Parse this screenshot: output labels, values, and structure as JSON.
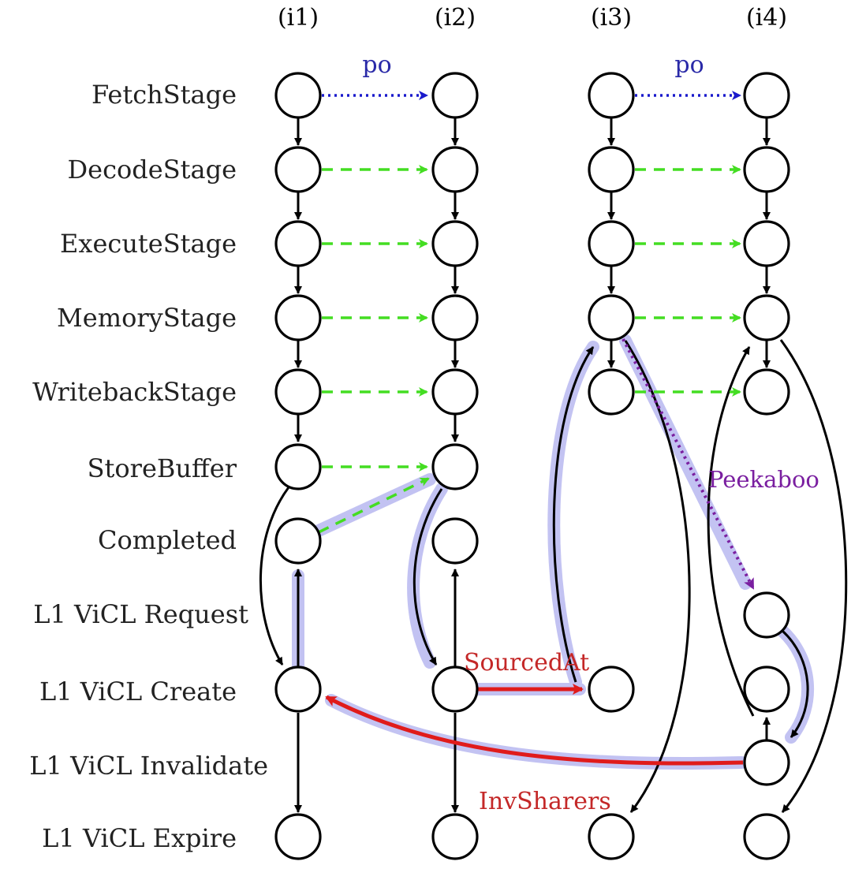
{
  "columns": [
    "(i1)",
    "(i2)",
    "(i3)",
    "(i4)"
  ],
  "rows": [
    "FetchStage",
    "DecodeStage",
    "ExecuteStage",
    "MemoryStage",
    "WritebackStage",
    "StoreBuffer",
    "Completed",
    "L1 ViCL Request",
    "L1 ViCL Create",
    "L1 ViCL Invalidate",
    "L1 ViCL Expire"
  ],
  "edge_labels": {
    "po_left": "po",
    "po_right": "po",
    "peekaboo": "Peekaboo",
    "sourced_at": "SourcedAt",
    "inv_sharers": "InvSharers"
  },
  "colors": {
    "program_order": "#1a1acc",
    "same_stage": "#44dd22",
    "peekaboo": "#7a1fa0",
    "sourced_at": "#e01b1b",
    "highlight": "#b8b8f0",
    "label_red": "#c42828",
    "label_blue": "#2a2aa8"
  }
}
